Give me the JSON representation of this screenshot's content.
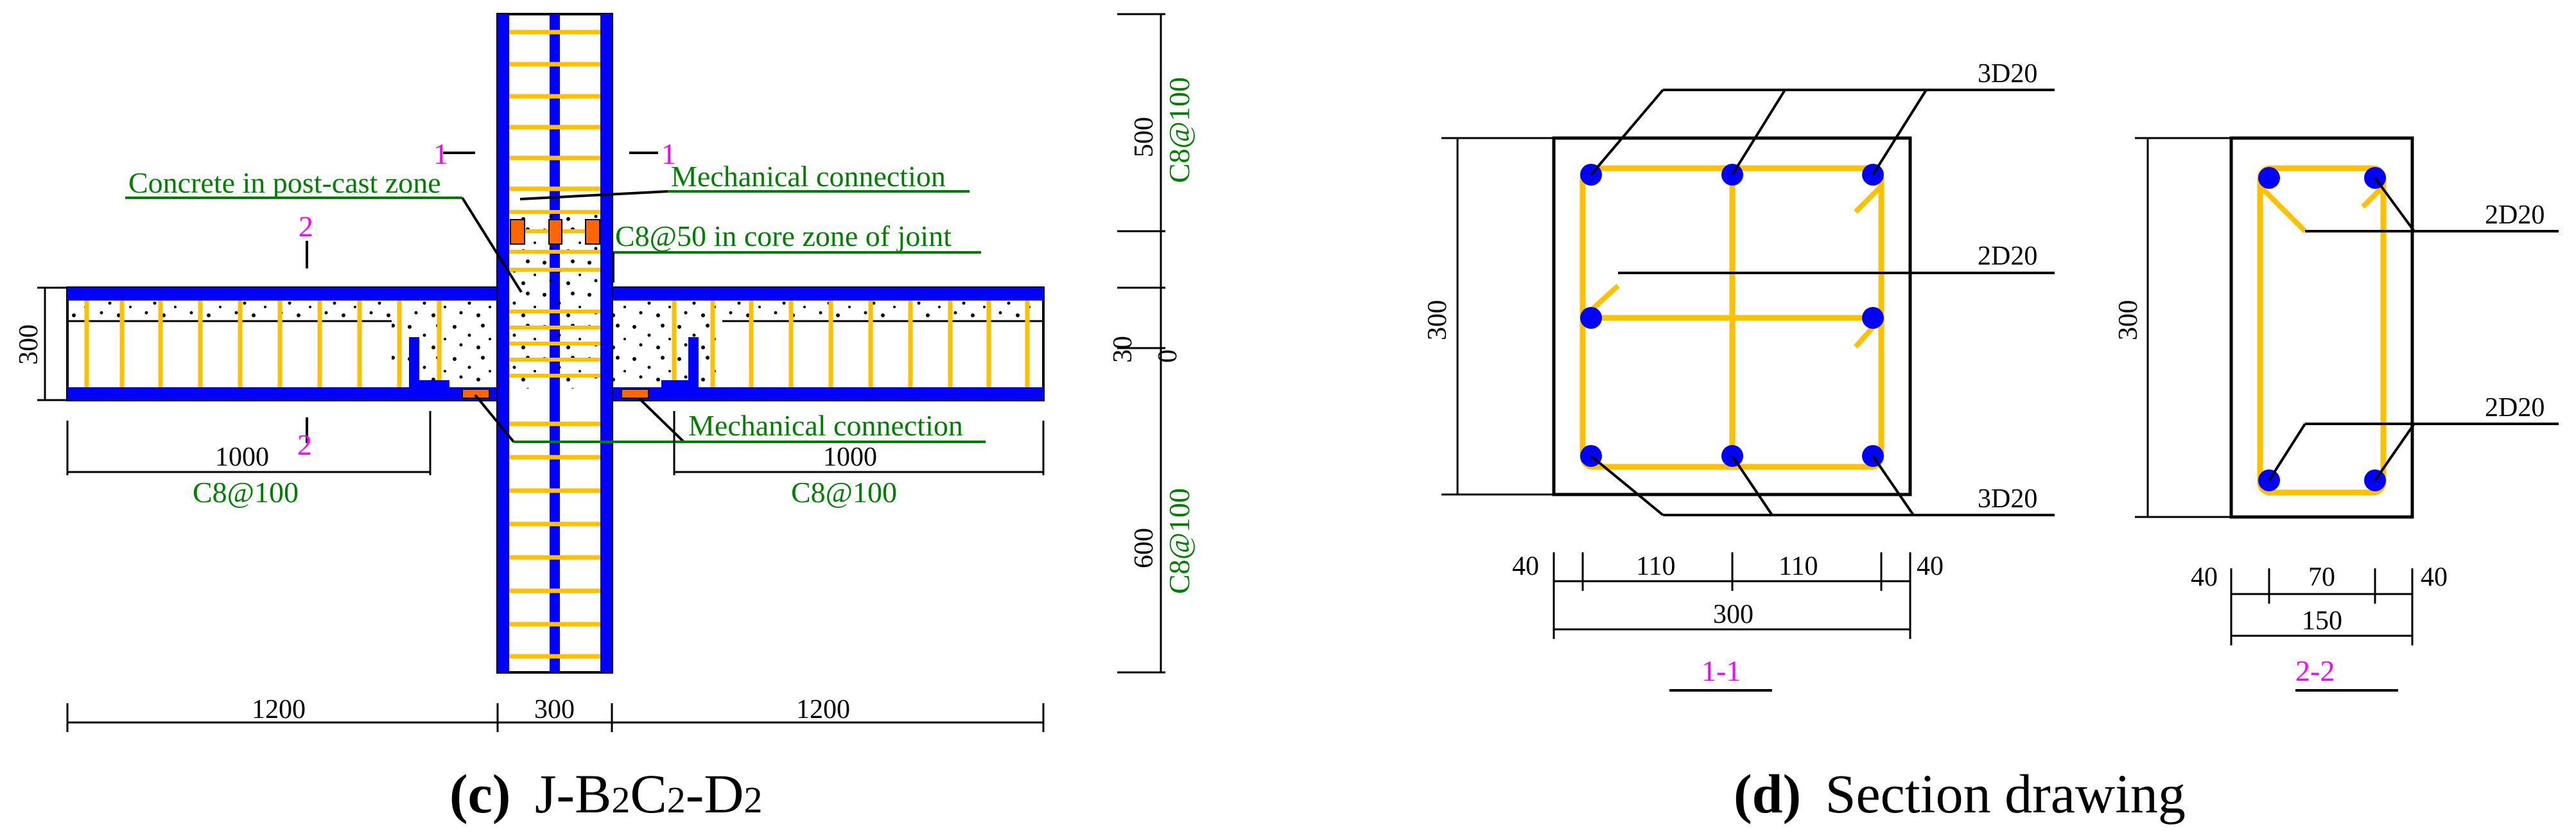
{
  "colors": {
    "longitudinal_bar": "#0000ff",
    "stirrup": "#ffc000",
    "mechanical_connector": "#ff6600",
    "label_text": "#008000",
    "section_mark": "#ff00ff",
    "lines": "#000000"
  },
  "joint_drawing": {
    "caption_letter": "(c)",
    "caption_name": "J-B",
    "caption_sub1": "2",
    "caption_mid1": "C",
    "caption_sub2": "2",
    "caption_mid2": "-D",
    "caption_sub3": "2",
    "labels": {
      "post_cast_zone": "Concrete in post-cast zone",
      "mech_top": "Mechanical connection",
      "core_stirrup": "C8@50 in core zone of joint",
      "mech_bottom": "Mechanical connection",
      "left_stirrup": "C8@100",
      "right_stirrup": "C8@100",
      "col_top_stirrup": "C8@100",
      "col_bottom_stirrup": "C8@100"
    },
    "section_marks": {
      "top_left": "1",
      "top_right": "1",
      "beam_top": "2",
      "beam_bottom": "2"
    },
    "dims": {
      "beam_depth": "300",
      "left_zone": "1000",
      "right_zone": "1000",
      "bottom_left": "1200",
      "bottom_mid": "300",
      "bottom_right": "1200",
      "col_top": "500",
      "col_mid": "30",
      "col_zero": "0",
      "col_bottom": "600"
    }
  },
  "section_drawing": {
    "caption_letter": "(d)",
    "caption_text": "Section drawing",
    "section_1_1": {
      "mark": "1-1",
      "height": "300",
      "top_bars": "3D20",
      "mid_bars": "2D20",
      "bottom_bars": "3D20",
      "dims": [
        "40",
        "110",
        "110",
        "40"
      ],
      "total": "300"
    },
    "section_2_2": {
      "mark": "2-2",
      "height": "300",
      "top_bars": "2D20",
      "bottom_bars": "2D20",
      "dims": [
        "40",
        "70",
        "40"
      ],
      "total": "150"
    }
  }
}
